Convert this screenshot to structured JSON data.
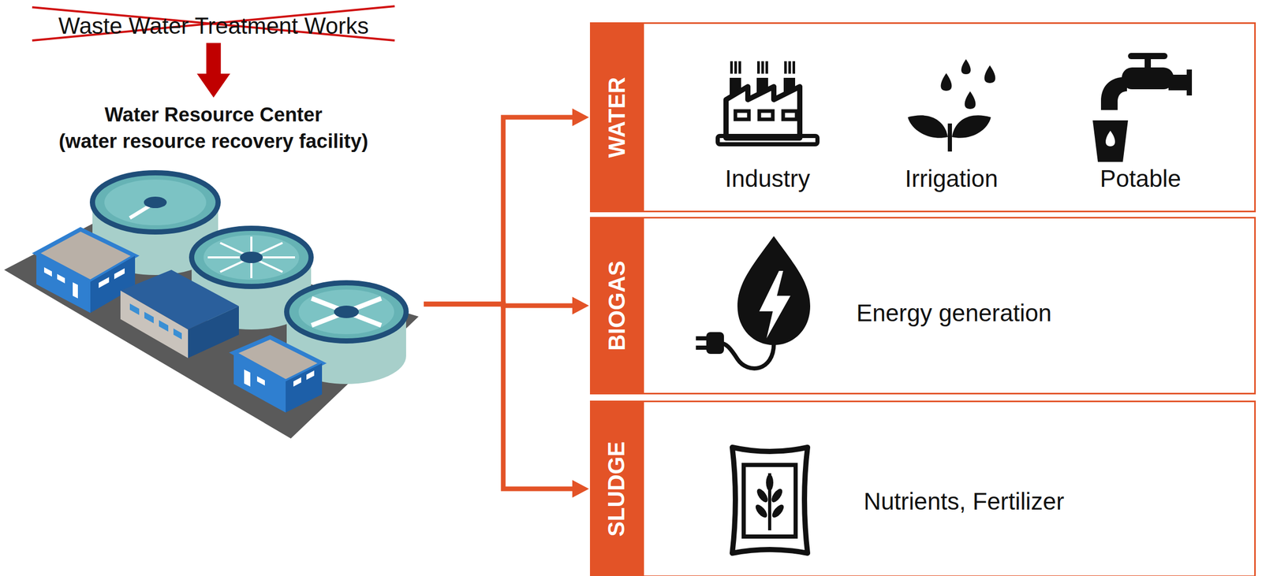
{
  "diagram": {
    "nodes": [
      {
        "text": [
          "Waste Water Treatment Works"
        ]
      },
      {
        "text": [
          "Water Resource Center",
          "(water resource recovery facility)"
        ]
      },
      {
        "text": [
          "WATER"
        ]
      },
      {
        "text": [
          "Industry"
        ],
        "in": 2
      },
      {
        "text": [
          "Irrigation"
        ],
        "in": 2
      },
      {
        "text": [
          "Potable"
        ],
        "in": 2
      },
      {
        "text": [
          "BIOGAS"
        ]
      },
      {
        "text": [
          "Energy generation"
        ],
        "in": 6
      },
      {
        "text": [
          "SLUDGE"
        ]
      },
      {
        "text": [
          "Nutrients, Fertilizer"
        ],
        "in": 8
      }
    ],
    "edges": [
      {
        "from": 0,
        "to": 1,
        "arrow": "to"
      },
      {
        "from": 1,
        "to": 2,
        "arrow": "to"
      },
      {
        "from": 1,
        "to": 6,
        "arrow": "to"
      },
      {
        "from": 1,
        "to": 8,
        "arrow": "to"
      }
    ]
  }
}
